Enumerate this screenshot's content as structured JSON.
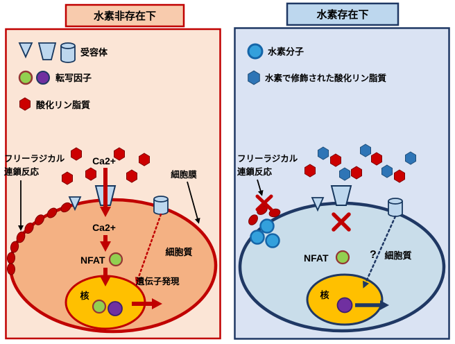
{
  "left": {
    "title": "水素非存在下",
    "legend_receptor": "受容体",
    "legend_tf": "転写因子",
    "legend_oxlipid": "酸化リン脂質",
    "free_radical_1": "フリーラジカル",
    "free_radical_2": "連鎖反応",
    "ca_out": "Ca2+",
    "ca_in": "Ca2+",
    "membrane": "細胞膜",
    "nfat": "NFAT",
    "cytoplasm": "細胞質",
    "gene_expression": "遺伝子発現",
    "nucleus": "核"
  },
  "right": {
    "title": "水素存在下",
    "legend_h2": "水素分子",
    "legend_modlipid": "水素で修飾された酸化リン脂質",
    "free_radical_1": "フリーラジカル",
    "free_radical_2": "連鎖反応",
    "nfat": "NFAT",
    "question": "?",
    "cytoplasm": "細胞質",
    "nucleus": "核"
  },
  "icons": {
    "receptor_triangle": "inverted-triangle",
    "receptor_channel": "trapezoid-channel",
    "receptor_cylinder": "cylinder",
    "transcription_factor_green": "green-circle",
    "transcription_factor_purple": "purple-circle",
    "oxidized_phospholipid": "red-hexagon",
    "hydrogen_molecule": "blue-circle",
    "modified_phospholipid": "blue-hexagon",
    "free_radical": "red-oval",
    "blocked": "red-x"
  },
  "colors": {
    "red_accent": "#C00000",
    "navy_accent": "#1F3864",
    "left_panel_bg": "#FBE5D6",
    "left_title_bg": "#F8CBAD",
    "left_cell_fill": "#F4B183",
    "right_panel_bg": "#DAE3F3",
    "right_title_bg": "#BDD7EE",
    "right_cell_fill": "#C9DDEA",
    "nucleus_fill": "#FFC000",
    "tf_green": "#92D050",
    "tf_purple": "#7030A0",
    "lipid_red": "#CC0000",
    "lipid_blue": "#2E75B6",
    "hydrogen_blue": "#33A0DC",
    "receptor_fill": "#BDD7EE"
  }
}
